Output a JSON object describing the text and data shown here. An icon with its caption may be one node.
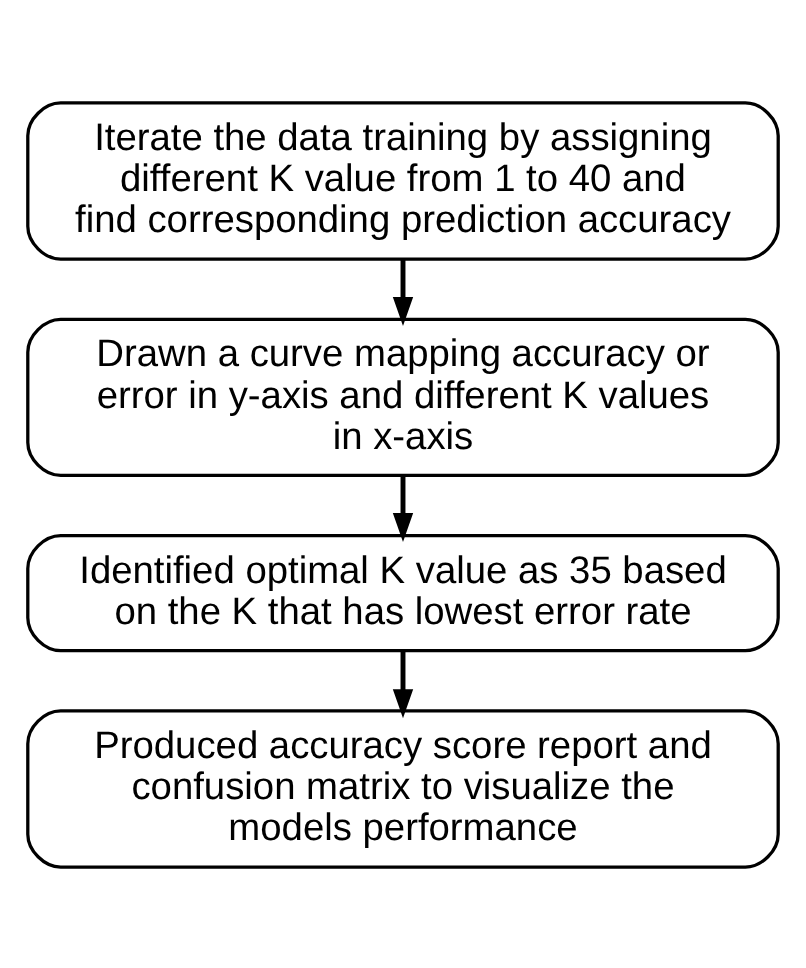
{
  "diagram": {
    "nodes": [
      {
        "text": [
          "Iterate the data training by assigning different K value from 1 to 40 and find corresponding prediction accuracy"
        ]
      },
      {
        "text": [
          "Drawn a curve mapping accuracy or error in y-axis and different K values in x-axis"
        ]
      },
      {
        "text": [
          "Identified optimal K value as 35 based on the K that has lowest error rate"
        ]
      },
      {
        "text": [
          "Produced accuracy score report and confusion matrix to visualize the models performance"
        ]
      }
    ],
    "edges": [
      {
        "from": 0,
        "to": 1,
        "arrow": "to"
      },
      {
        "from": 1,
        "to": 2,
        "arrow": "to"
      },
      {
        "from": 2,
        "to": 3,
        "arrow": "to"
      }
    ]
  }
}
